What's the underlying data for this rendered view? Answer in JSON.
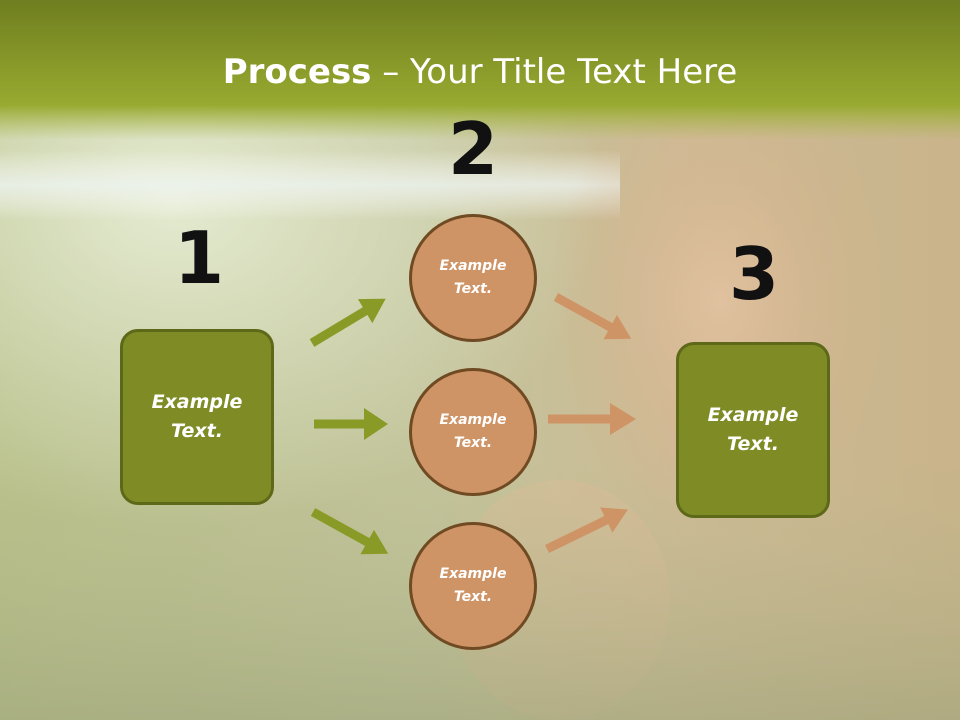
{
  "slide": {
    "title_bold": "Process",
    "title_rest": " – Your Title Text Here"
  },
  "steps": {
    "num1": "1",
    "num2": "2",
    "num3": "3"
  },
  "boxes": {
    "left": "Example\nText.",
    "right": "Example\nText."
  },
  "circles": [
    "Example\nText.",
    "Example\nText.",
    "Example\nText."
  ],
  "colors": {
    "olive": "#7f8c26",
    "tan": "#cf9466",
    "title_bar": "#8fa42a"
  }
}
